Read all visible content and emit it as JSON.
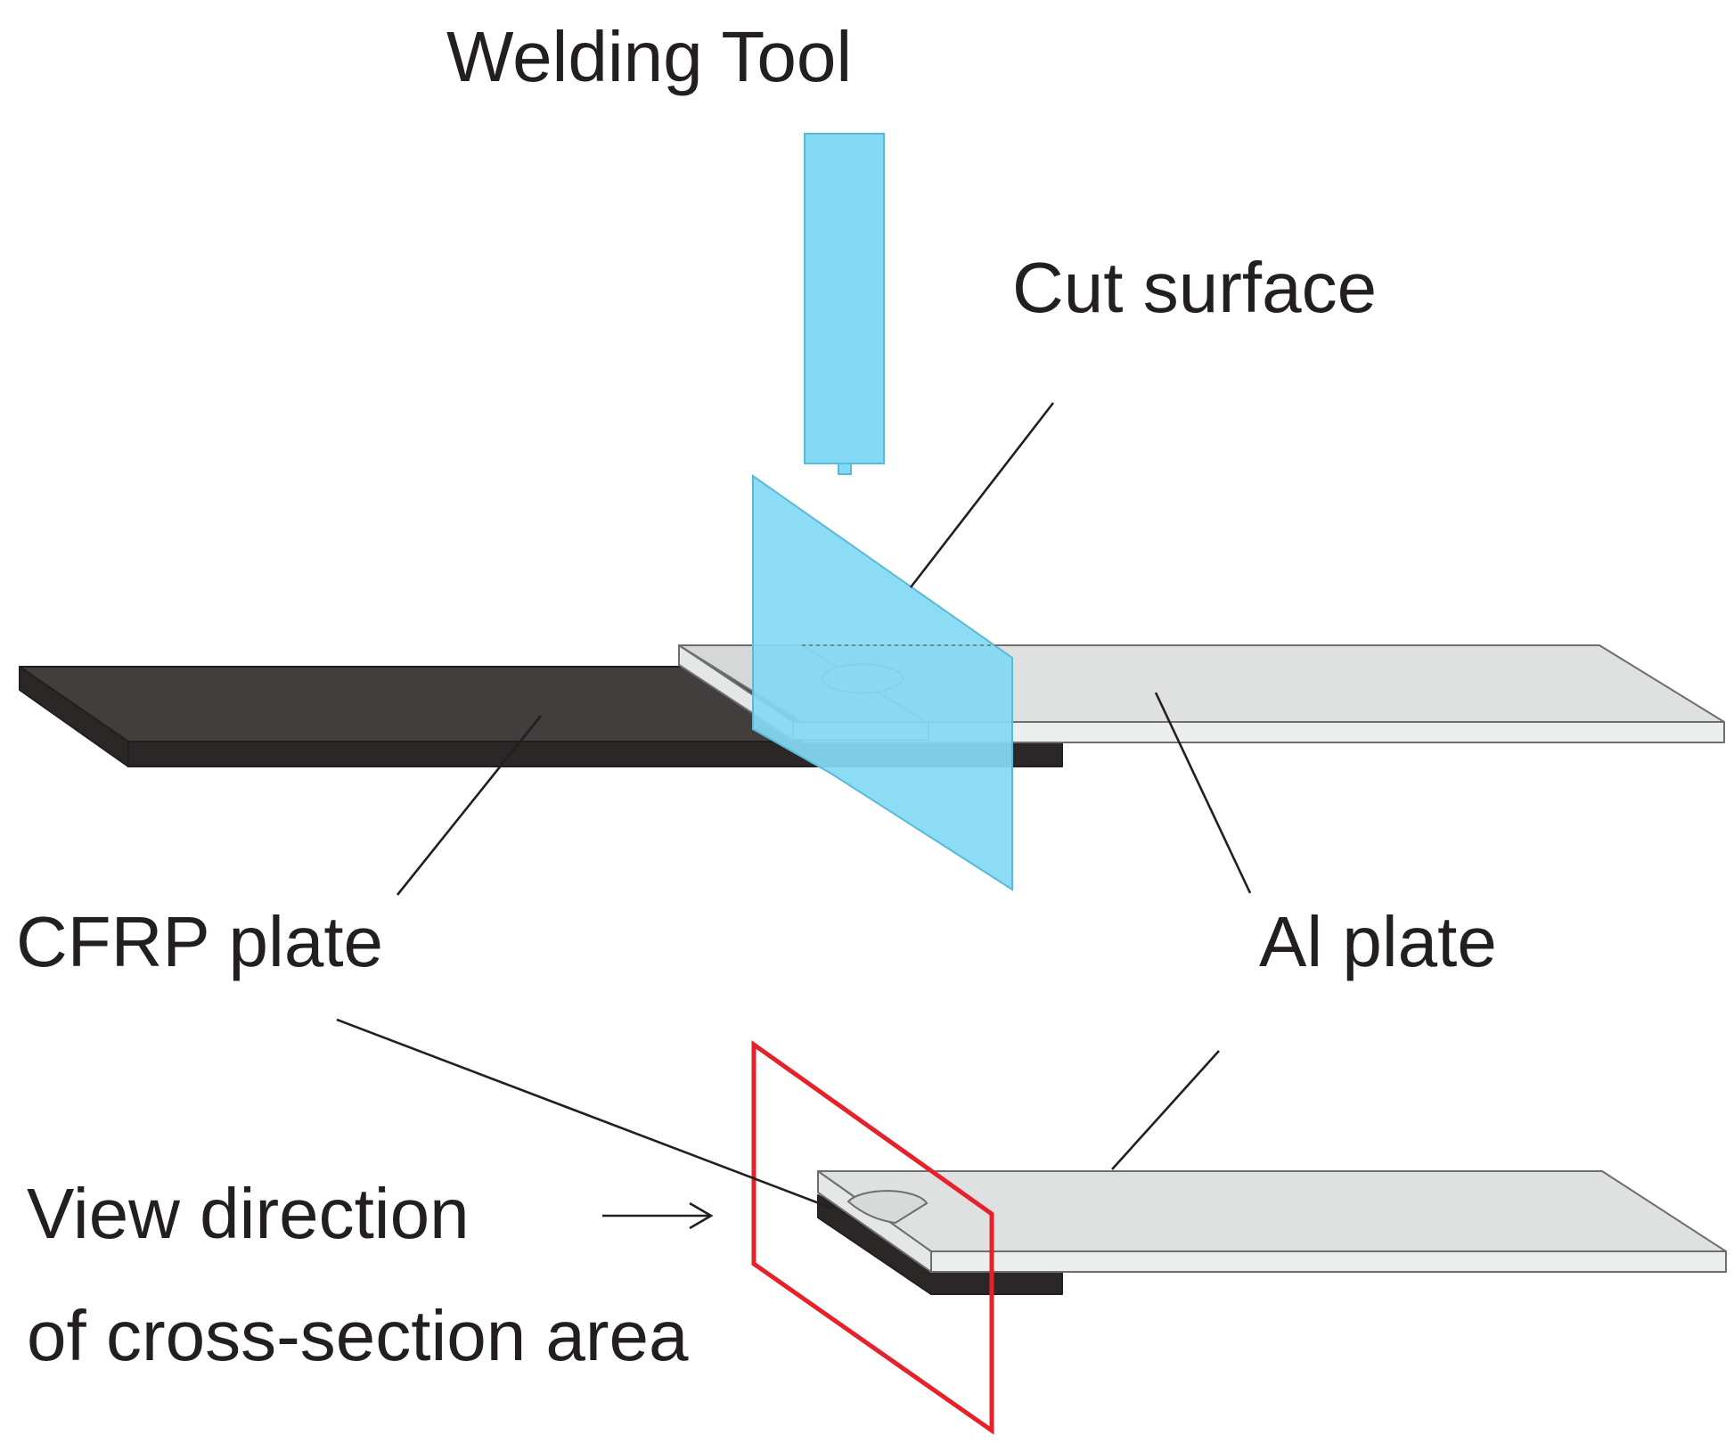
{
  "labels": {
    "welding_tool": "Welding Tool",
    "cut_surface": "Cut surface",
    "cfrp_plate": "CFRP plate",
    "al_plate": "Al plate",
    "view_direction_line1": "View direction",
    "view_direction_line2": "of cross-section area"
  },
  "colors": {
    "tool": "#84d9f5",
    "cut_plane": "#84d9f5",
    "cfrp_top": "#433e3e",
    "cfrp_side": "#2b2727",
    "al_top": "#dfe0e0",
    "al_side": "#eceded",
    "section_frame": "#e62129",
    "text": "#231f20"
  },
  "icons": {
    "view_arrow": "arrow-right-icon"
  }
}
